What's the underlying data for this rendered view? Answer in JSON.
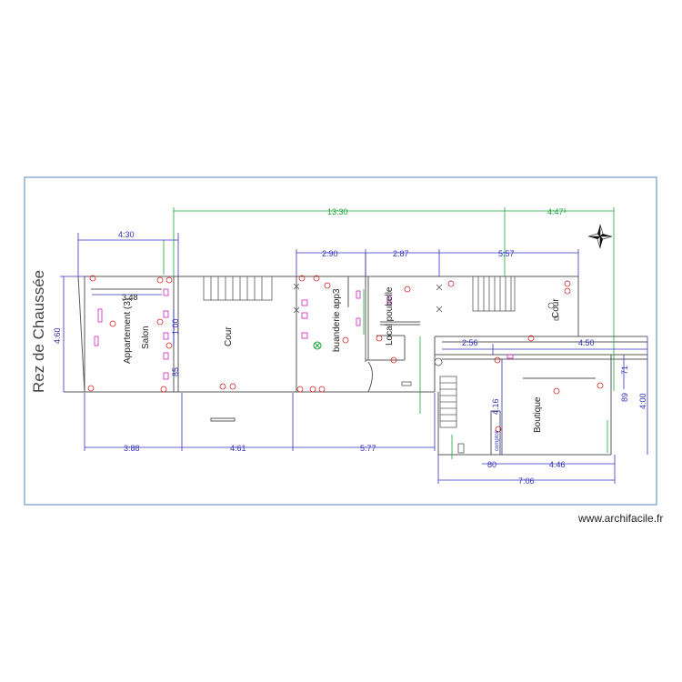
{
  "plan": {
    "level_title": "Rez de Chaussée",
    "watermark": "www.archifacile.fr",
    "colors": {
      "frame": "#6f9bc9",
      "wall": "#5a5a5a",
      "dim_blue": "#3333bb",
      "dim_green": "#1aa53a",
      "symbol_red": "#d62020",
      "symbol_magenta": "#d020c0"
    },
    "rooms": {
      "apartment": "Appartement (3)",
      "salon": "Salon",
      "court_left": "Cour",
      "laundry": "buanderie app3",
      "trash": "Local poubelle",
      "court_right": "Cour",
      "shop": "Boutique",
      "counter": "comptoir"
    },
    "dimensions": {
      "overall_green": "13:30",
      "top_right_green": "4:47³",
      "left_top": "4:30",
      "apt_inner": "3.48",
      "left_height": "4:60",
      "apt_door_1": "1:00",
      "apt_door_2": "85",
      "top_1": "2:90",
      "top_2": "2:87",
      "top_3": "5:57",
      "mid_1": "2:56",
      "mid_2": "4.50",
      "right_h1": "71",
      "right_h2": "89",
      "right_h3": "4:00",
      "shop_h": "4.16",
      "bottom_1": "3:88",
      "bottom_2": "4:61",
      "bottom_3": "5:77",
      "bot_small": "80",
      "bot_mid": "4.46",
      "bot_total": "7:06"
    }
  }
}
